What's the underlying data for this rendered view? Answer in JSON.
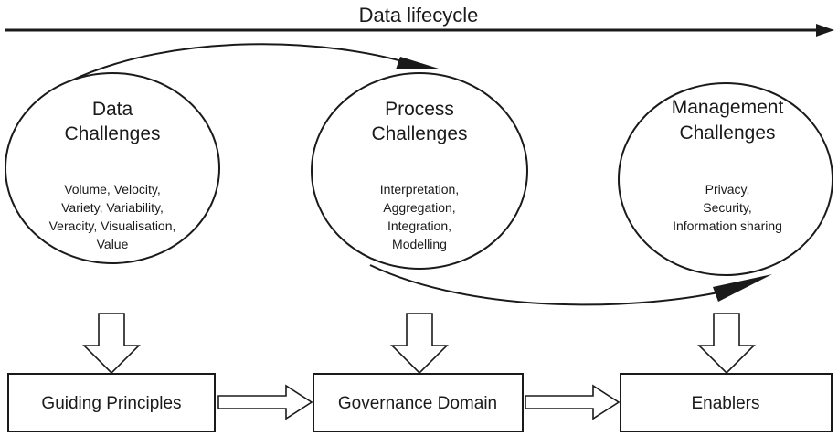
{
  "lifecycle": {
    "label": "Data lifecycle"
  },
  "challenges": [
    {
      "title_line1": "Data",
      "title_line2": "Challenges",
      "items": [
        "Volume, Velocity,",
        "Variety, Variability,",
        "Veracity, Visualisation,",
        "Value"
      ]
    },
    {
      "title_line1": "Process",
      "title_line2": "Challenges",
      "items": [
        "Interpretation,",
        "Aggregation,",
        "Integration,",
        "Modelling"
      ]
    },
    {
      "title_line1": "Management",
      "title_line2": "Challenges",
      "items": [
        "Privacy,",
        "Security,",
        "Information sharing"
      ]
    }
  ],
  "boxes": [
    {
      "label": "Guiding Principles"
    },
    {
      "label": "Governance Domain"
    },
    {
      "label": "Enablers"
    }
  ]
}
